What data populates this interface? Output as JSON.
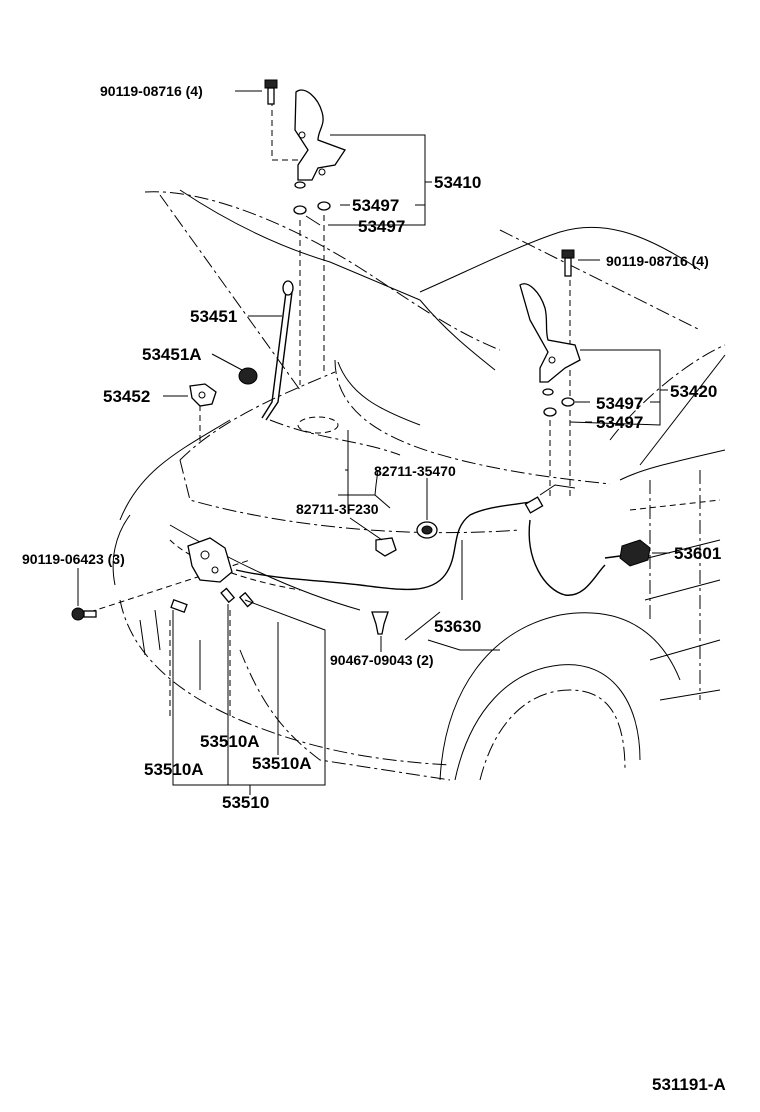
{
  "diagram_id": "531191-A",
  "labels": {
    "bolt_top_left": "90119-08716 (4)",
    "bolt_top_right": "90119-08716 (4)",
    "hinge_left": "53410",
    "hinge_right": "53420",
    "bush_l1": "53497",
    "bush_l2": "53497",
    "bush_r1": "53497",
    "bush_r2": "53497",
    "support_rod": "53451",
    "rod_cushion": "53451A",
    "rod_holder": "53452",
    "clamp_a": "82711-35470",
    "clamp_b": "82711-3F230",
    "bolt_lock": "90119-06423 (3)",
    "release_lever": "53601",
    "release_cable": "53630",
    "clip": "90467-09043 (2)",
    "cushion_a1": "53510A",
    "cushion_a2": "53510A",
    "cushion_a3": "53510A",
    "lock_assy": "53510"
  }
}
